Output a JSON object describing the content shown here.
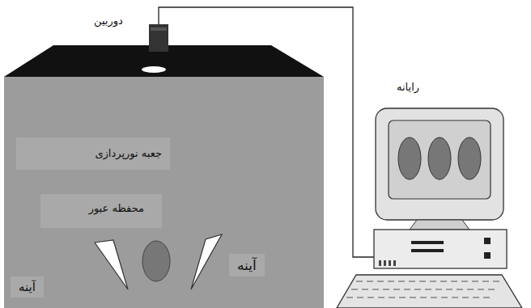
{
  "diagram": {
    "nodes": [
      {
        "text": [
          "جعبه نورپردازی"
        ]
      },
      {
        "text": [
          "محفظه عبور"
        ],
        "in": 0
      }
    ],
    "labels": [
      "دوربین",
      "رایانه",
      "آینه",
      "آینه"
    ]
  }
}
